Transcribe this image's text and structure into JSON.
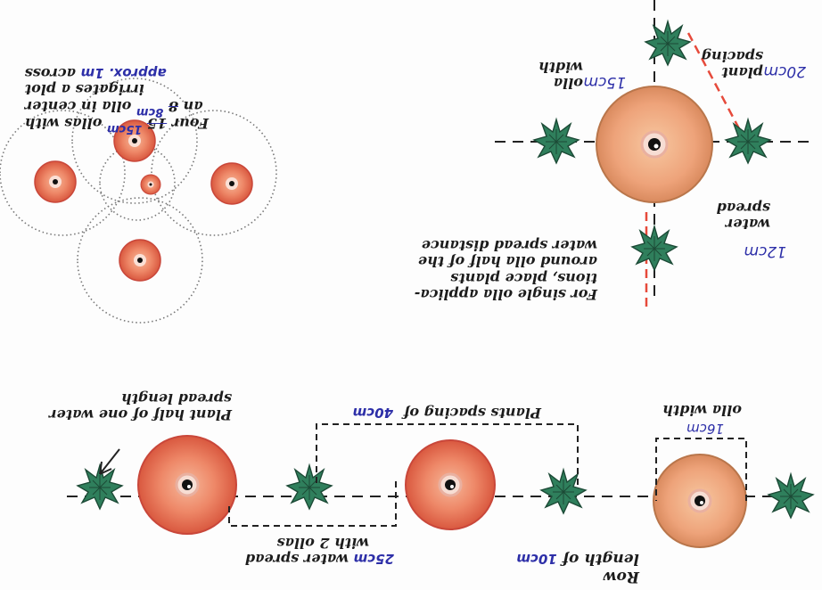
{
  "single": {
    "note": [
      "For single olla applica-",
      "tions, place plants",
      "around olla half of the",
      "water spread distance"
    ],
    "water_spread": [
      "water",
      "spread"
    ],
    "water_spread_hw": "12cm",
    "plant_spacing": [
      "plant",
      "spacing"
    ],
    "plant_spacing_hw": "20cm",
    "olla_width": [
      "olla",
      "width"
    ],
    "olla_width_hw": "15cm"
  },
  "four": {
    "line1_pre": "Four",
    "line1_strike": "15",
    "line1_hw": "15cm",
    "line1_post": "ollas with",
    "line2_pre": "an",
    "line2_strike": "8",
    "line2_hw": "8cm",
    "line2_post": "olla in center",
    "line3": "irrigates a plot",
    "line4_hw_pre": "approx. 1m",
    "line4_post": "across"
  },
  "row": {
    "row_label": [
      "Row",
      "length of"
    ],
    "row_hw": "10cm",
    "olla_width": "olla width",
    "olla_width_hw": "16cm",
    "plants_spacing": "Plants spacing of",
    "plants_spacing_hw": "40cm",
    "water_spread": [
      "water spread",
      "with 2 ollas"
    ],
    "water_spread_hw": "25cm",
    "plant_half": [
      "Plant half of one water",
      "spread length"
    ]
  },
  "colors": {
    "olla_outer": "#e97a5e",
    "olla_ring": "#c9473a",
    "leaf": "#2e7d5a",
    "handwriting": "#2d2fa8",
    "red_dash": "#e64a3b"
  }
}
